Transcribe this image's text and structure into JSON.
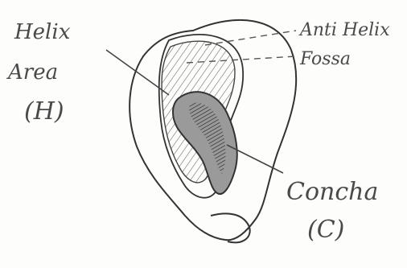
{
  "diagram": {
    "labels": {
      "helix_line1": "Helix",
      "helix_line2": "Area",
      "helix_code": "(H)",
      "anti_helix": "Anti Helix",
      "fossa": "Fossa",
      "concha": "Concha",
      "concha_code": "(C)"
    }
  }
}
